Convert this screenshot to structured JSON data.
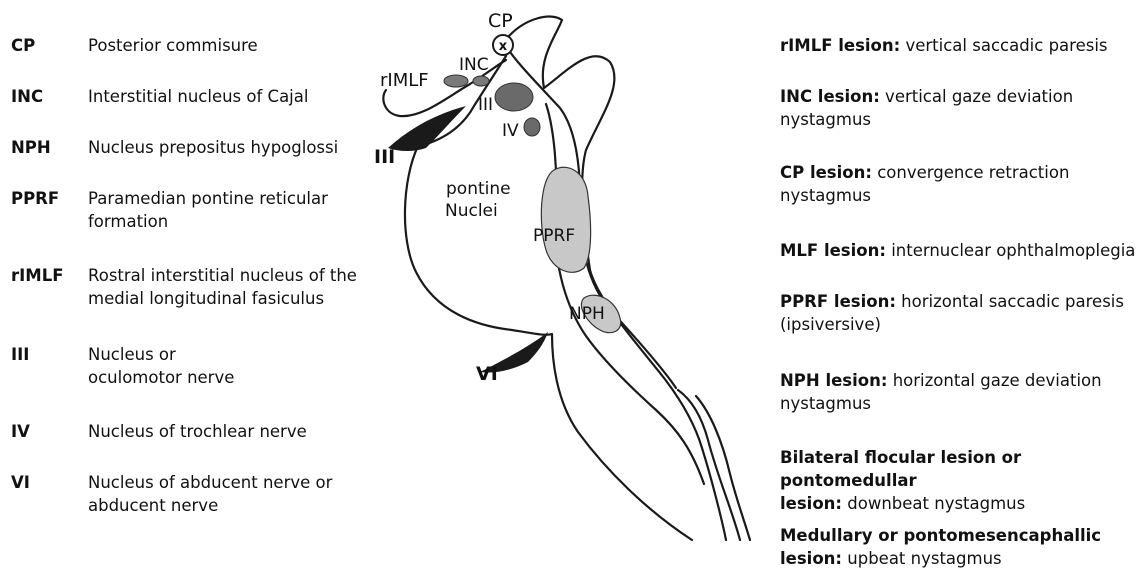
{
  "legend": [
    {
      "abbr": "CP",
      "lines": [
        "Posterior commisure"
      ]
    },
    {
      "abbr": "INC",
      "lines": [
        "Interstitial nucleus of Cajal"
      ]
    },
    {
      "abbr": "NPH",
      "lines": [
        "Nucleus prepositus hypoglossi"
      ]
    },
    {
      "abbr": "PPRF",
      "lines": [
        "Paramedian pontine reticular",
        "formation"
      ]
    },
    {
      "abbr": "rIMLF",
      "lines": [
        "Rostral interstitial nucleus of the",
        "medial longitudinal fasiculus"
      ]
    },
    {
      "abbr": "III",
      "lines": [
        "Nucleus or",
        "oculomotor nerve"
      ]
    },
    {
      "abbr": "IV",
      "lines": [
        "Nucleus of trochlear nerve"
      ]
    },
    {
      "abbr": "VI",
      "lines": [
        "Nucleus of abducent nerve or",
        "abducent nerve"
      ]
    }
  ],
  "diagram": {
    "labels": {
      "cp": "CP",
      "cp_mark": "x",
      "rimlf": "rIMLF",
      "inc": "INC",
      "iii_nucleus": "III",
      "iv_nucleus": "IV",
      "iii_nerve": "III",
      "pontine_1": "pontine",
      "pontine_2": "Nuclei",
      "pprf": "PPRF",
      "nph": "NPH",
      "vi_nerve": "VI"
    },
    "colors": {
      "nucleus_fill": "#c8c8c8",
      "outline": "#1a1a1a",
      "dark_nucleus": "#7a7a7a"
    }
  },
  "lesions": [
    {
      "bold": "rIMLF lesion:",
      "text": " vertical saccadic paresis",
      "extra": []
    },
    {
      "bold": "INC lesion:",
      "text": " vertical gaze deviation",
      "extra": [
        "nystagmus"
      ]
    },
    {
      "bold": "CP lesion:",
      "text": " convergence retraction",
      "extra": [
        "nystagmus"
      ]
    },
    {
      "bold": "MLF lesion:",
      "text": " internuclear ophthalmoplegia",
      "extra": []
    },
    {
      "bold": "PPRF lesion:",
      "text": " horizontal saccadic paresis",
      "extra": [
        "(ipsiversive)"
      ]
    },
    {
      "bold": "NPH lesion:",
      "text": " horizontal gaze deviation",
      "extra": [
        "nystagmus"
      ]
    },
    {
      "bold": "Bilateral flocular lesion or pontomedullar",
      "text": "",
      "extra_mixed": {
        "bold": "lesion:",
        "text": " downbeat nystagmus"
      }
    },
    {
      "bold": "Medullary or pontomesencaphallic",
      "text": "",
      "extra_mixed": {
        "bold": "lesion:",
        "text": " upbeat nystagmus"
      }
    }
  ]
}
